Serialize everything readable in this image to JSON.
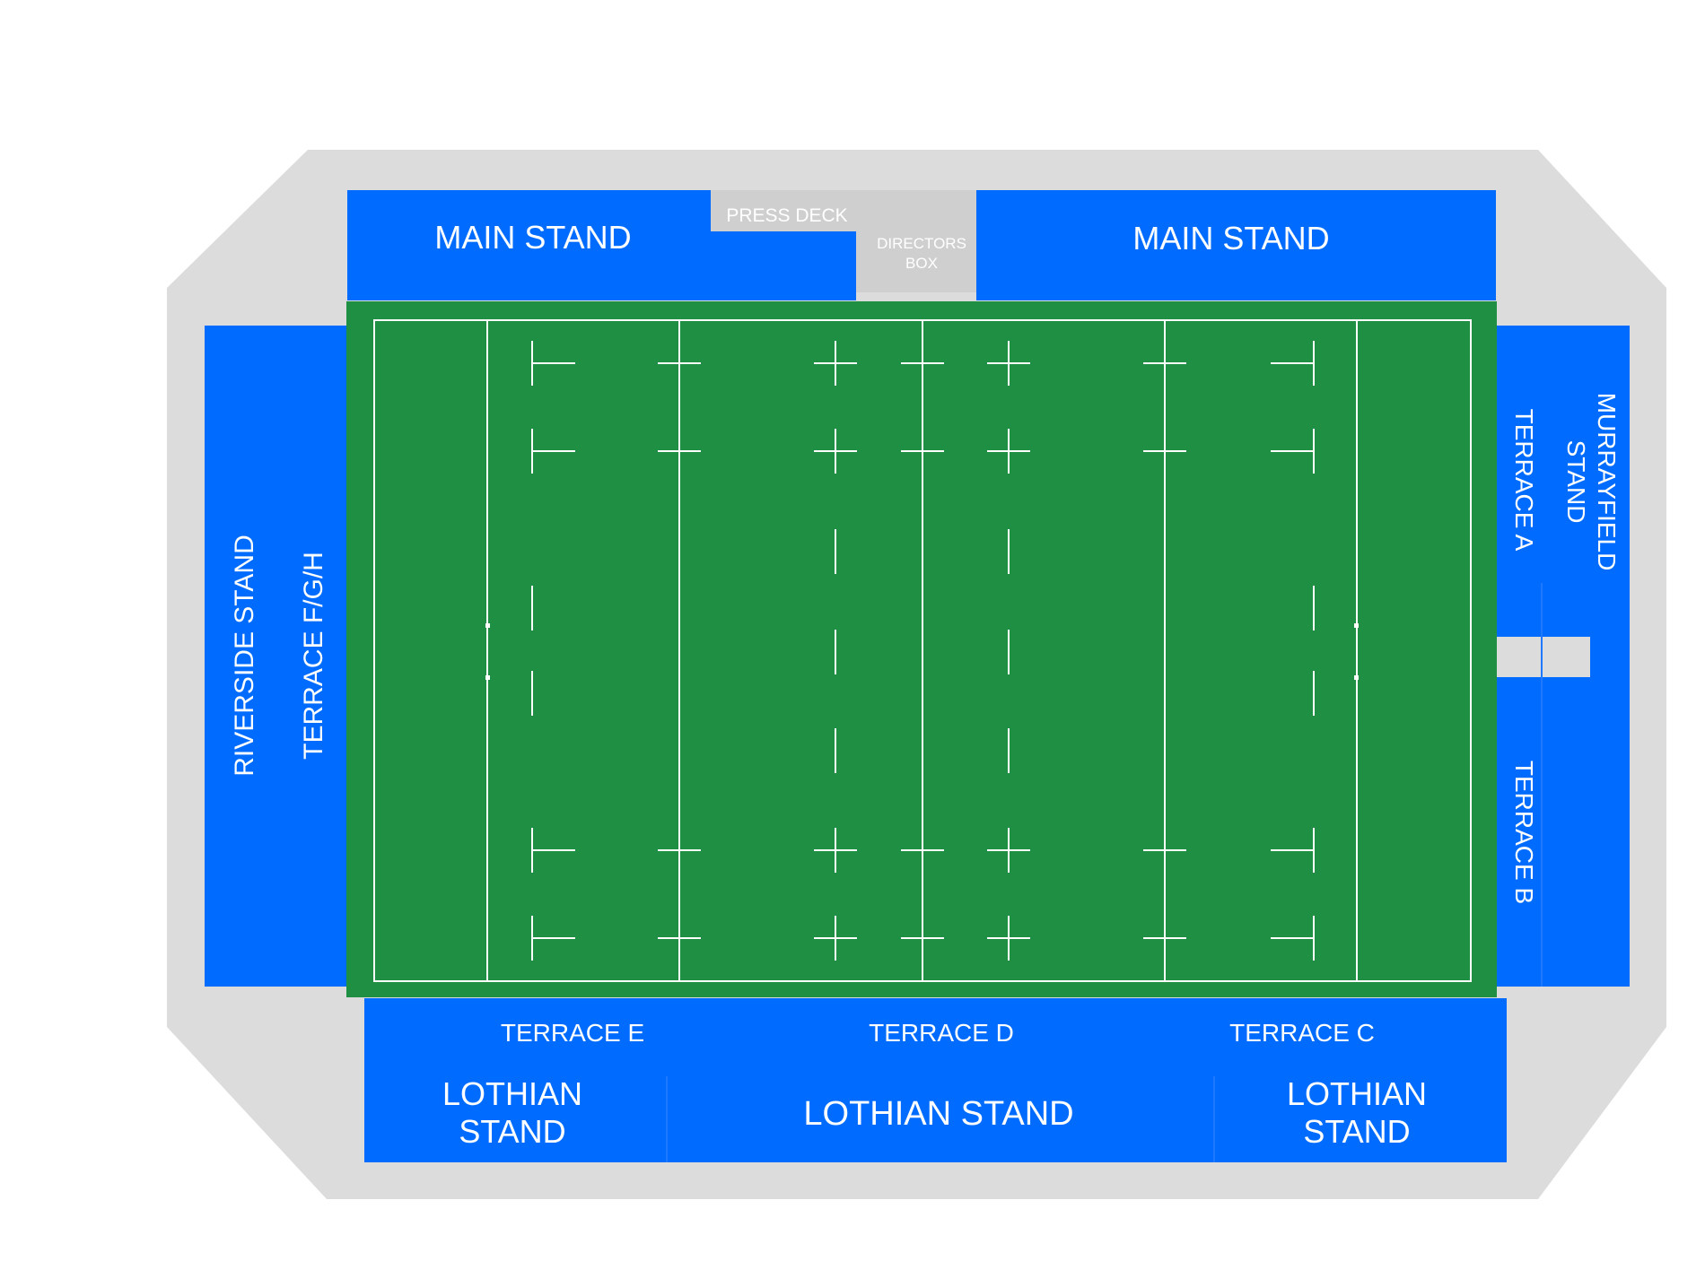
{
  "map": {
    "stand_color": "#006bff",
    "pitch_color": "#1e8f43",
    "concourse_color": "#dcdcdc",
    "facility_color": "#cfcfcf",
    "line_color": "#ffffff"
  },
  "sections": {
    "main_stand_left": "MAIN STAND",
    "main_stand_right": "MAIN STAND",
    "press_deck": "PRESS DECK",
    "directors_box_line1": "DIRECTORS",
    "directors_box_line2": "BOX",
    "riverside_stand": "RIVERSIDE STAND",
    "terrace_fgh": "TERRACE F/G/H",
    "murrayfield_stand_line1": "MURRAYFIELD",
    "murrayfield_stand_line2": "STAND",
    "terrace_a": "TERRACE A",
    "terrace_b": "TERRACE B",
    "terrace_e": "TERRACE E",
    "terrace_d": "TERRACE D",
    "terrace_c": "TERRACE C",
    "lothian_stand_left_line1": "LOTHIAN",
    "lothian_stand_left_line2": "STAND",
    "lothian_stand_center": "LOTHIAN STAND",
    "lothian_stand_right_line1": "LOTHIAN",
    "lothian_stand_right_line2": "STAND"
  }
}
